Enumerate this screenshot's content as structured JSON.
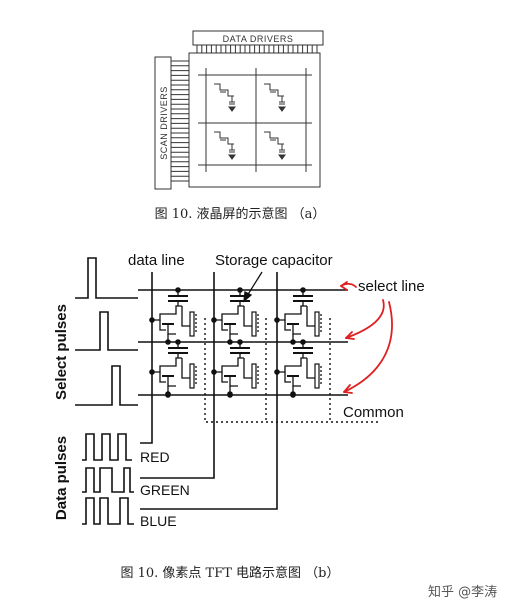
{
  "figure_a": {
    "data_drivers_label": "DATA DRIVERS",
    "scan_drivers_label": "SCAN DRIVERS",
    "caption": "图 10. 液晶屏的示意图 （a）"
  },
  "figure_b": {
    "label_data_line": "data line",
    "label_storage_capacitor": "Storage capacitor",
    "label_select_line": "select line",
    "label_common": "Common",
    "label_select_pulses": "Select pulses",
    "label_data_pulses": "Data pulses",
    "label_red": "RED",
    "label_green": "GREEN",
    "label_blue": "BLUE",
    "annotation_color": "#e02020",
    "caption": "图 10. 像素点 TFT 电路示意图 （b）"
  },
  "watermark": "知乎 @李涛"
}
